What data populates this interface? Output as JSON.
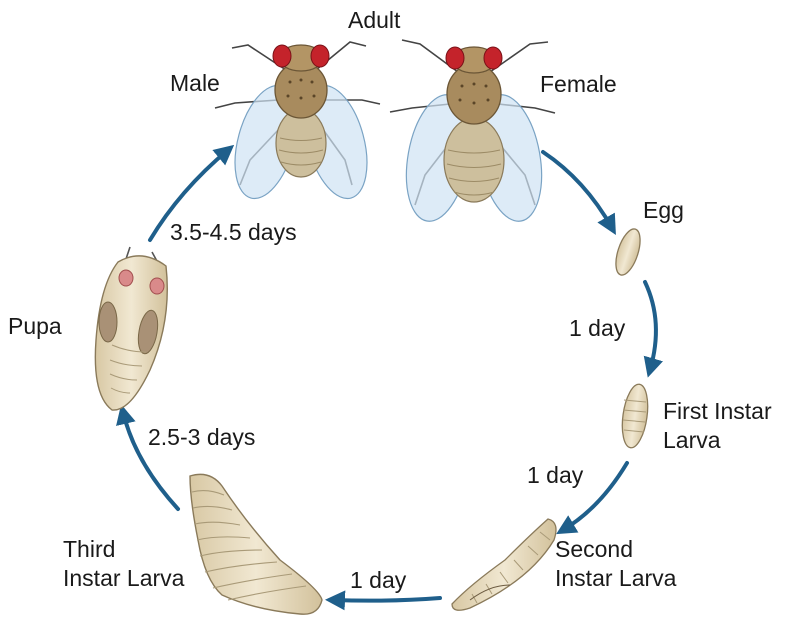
{
  "labels": {
    "adult": "Adult",
    "male": "Male",
    "female": "Female",
    "egg": "Egg",
    "first_instar": "First Instar\nLarva",
    "second_instar": "Second\nInstar Larva",
    "third_instar": "Third\nInstar Larva",
    "pupa": "Pupa"
  },
  "durations": {
    "egg_to_first": "1 day",
    "first_to_second": "1 day",
    "second_to_third": "1 day",
    "third_to_pupa": "2.5-3 days",
    "pupa_to_adult": "3.5-4.5 days"
  },
  "colors": {
    "arrow": "#1f5f8b",
    "body": "#e8dcc1",
    "body_outline": "#8a7a5a",
    "fly_thorax": "#a88b5e",
    "fly_eye": "#c4232b",
    "wing": "#cfe3f3",
    "pupa_eye": "#d98a8a"
  }
}
